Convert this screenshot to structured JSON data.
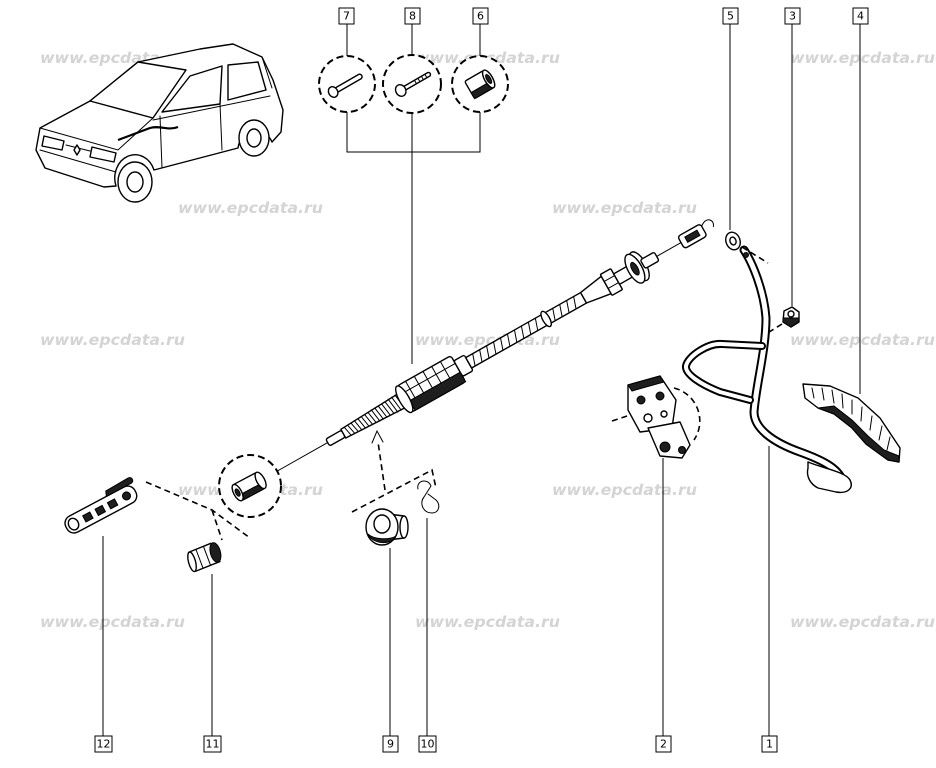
{
  "diagram": {
    "watermark": "www.epcdata.ru"
  },
  "callouts": {
    "top": [
      "7",
      "8",
      "6",
      "5",
      "3",
      "4"
    ],
    "bottom": [
      "12",
      "11",
      "9",
      "10",
      "2",
      "1"
    ]
  },
  "colors": {
    "background": "#ffffff",
    "line": "#000000",
    "watermark": "#d4d4d4"
  }
}
